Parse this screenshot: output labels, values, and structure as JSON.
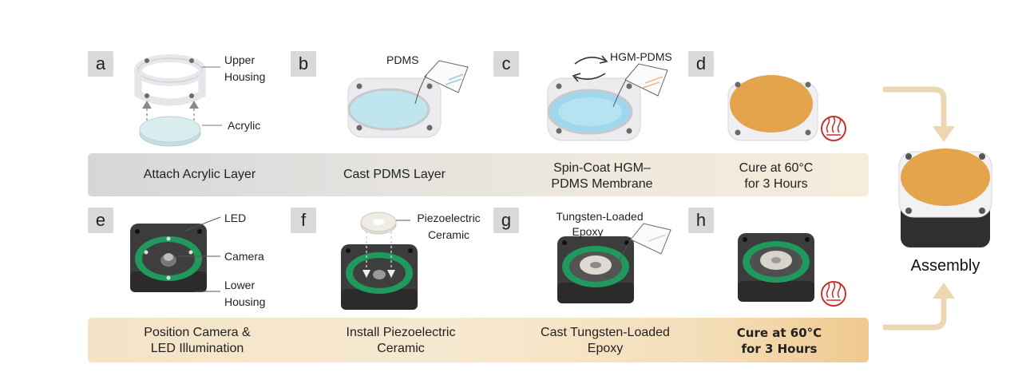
{
  "panels": {
    "a": {
      "letter": "a",
      "step": "Attach Acrylic Layer",
      "callouts": [
        "Upper",
        "Housing",
        "Acrylic"
      ]
    },
    "b": {
      "letter": "b",
      "step": "Cast PDMS Layer",
      "callouts": [
        "PDMS"
      ]
    },
    "c": {
      "letter": "c",
      "step_line1": "Spin-Coat HGM–",
      "step_line2": "PDMS Membrane",
      "callouts": [
        "HGM-PDMS"
      ]
    },
    "d": {
      "letter": "d",
      "step_line1": "Cure at 60°C",
      "step_line2": "for 3 Hours"
    },
    "e": {
      "letter": "e",
      "step_line1": "Position Camera &",
      "step_line2": "LED Illumination",
      "callouts": [
        "LED",
        "Camera",
        "Lower",
        "Housing"
      ]
    },
    "f": {
      "letter": "f",
      "step_line1": "Install Piezoelectric",
      "step_line2": "Ceramic",
      "callouts": [
        "Piezoelectric",
        "Ceramic"
      ]
    },
    "g": {
      "letter": "g",
      "step_line1": "Cast Tungsten-Loaded",
      "step_line2": "Epoxy",
      "callouts": [
        "Tungsten-Loaded",
        "Epoxy"
      ]
    },
    "h": {
      "letter": "h",
      "step_line1": "Cure at 60°C",
      "step_line2": "for 3 Hours"
    }
  },
  "assembly_label": "Assembly",
  "icons": {
    "heat": "heat-cure-icon",
    "rotate": "rotation-arrows-icon",
    "pour": "pouring-beaker-icon"
  },
  "colors": {
    "membrane_orange": "#e3a44b",
    "green_ring": "#1f9a5c",
    "band_top": "#d9d9d9",
    "band_bottom": "#f4e2c4",
    "heat_icon": "#c9302c",
    "arrow": "#ecd7b3"
  }
}
